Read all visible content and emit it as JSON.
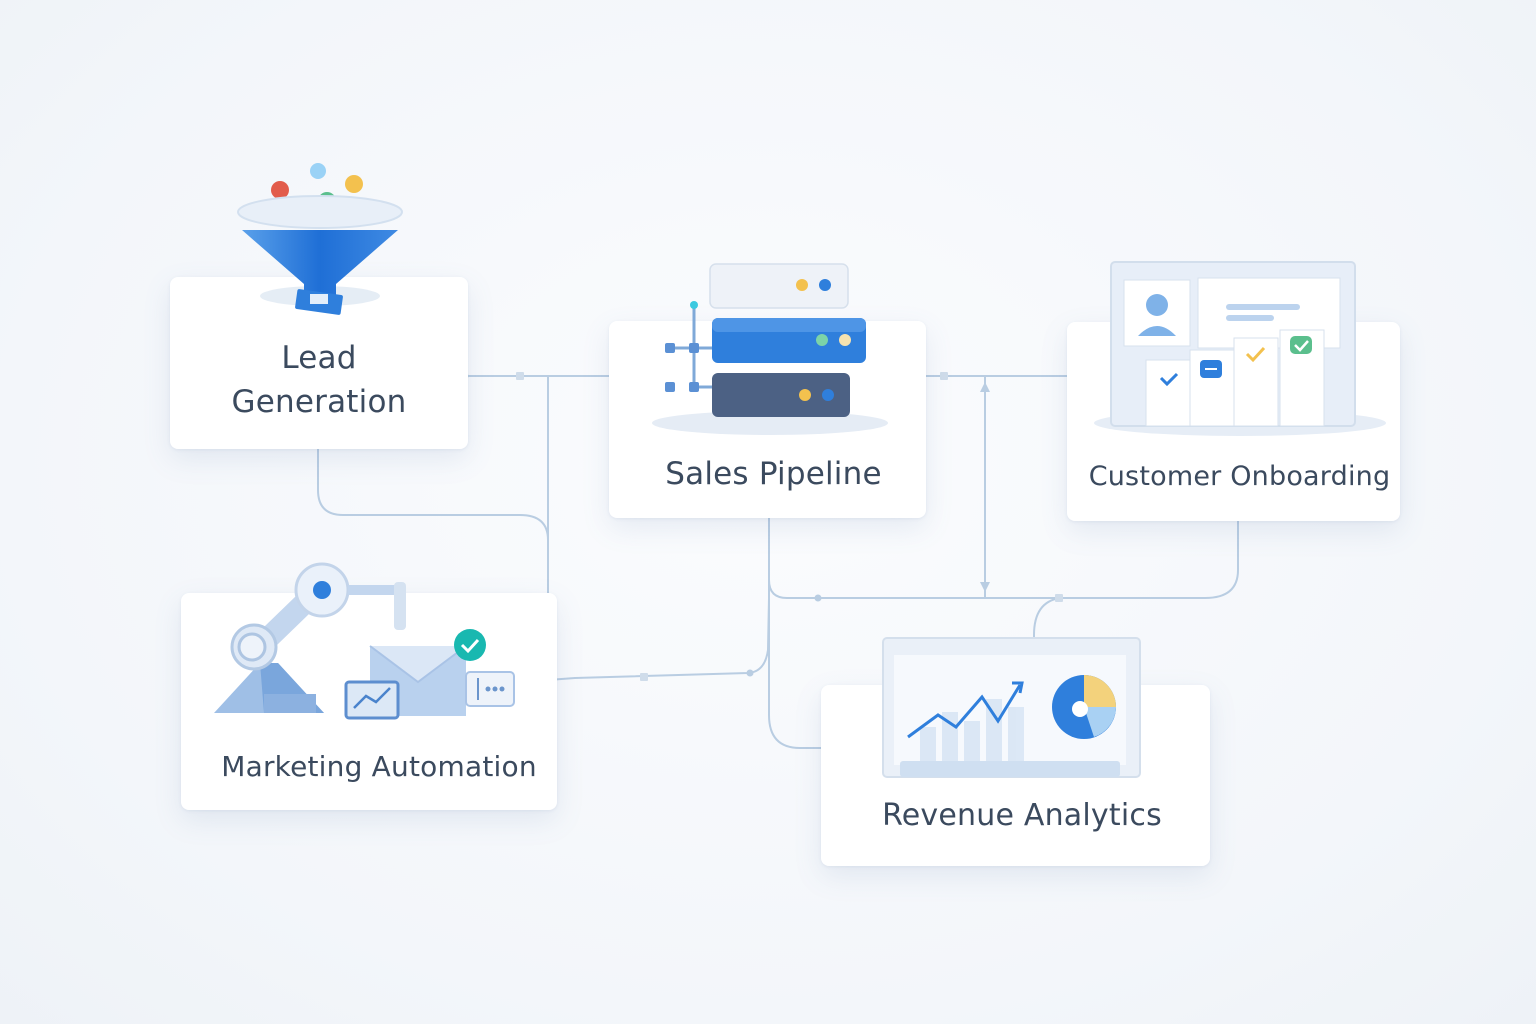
{
  "nodes": {
    "lead_generation": {
      "label": "Lead\nGeneration",
      "icon": "funnel-icon"
    },
    "sales_pipeline": {
      "label": "Sales Pipeline",
      "icon": "server-stack-icon"
    },
    "customer_onboarding": {
      "label": "Customer Onboarding",
      "icon": "onboarding-dashboard-icon"
    },
    "marketing_automation": {
      "label": "Marketing Automation",
      "icon": "robot-arm-email-icon"
    },
    "revenue_analytics": {
      "label": "Revenue Analytics",
      "icon": "analytics-chart-icon"
    }
  },
  "colors": {
    "primary_blue": "#2f7fdc",
    "light_blue": "#bcd3ee",
    "slate": "#4c6184",
    "connector": "#b9cde2",
    "text": "#3b4a5e",
    "accent_red": "#e25c4b",
    "accent_yellow": "#f3c14e",
    "accent_green": "#5bbf8d",
    "accent_teal": "#19b8b0"
  }
}
